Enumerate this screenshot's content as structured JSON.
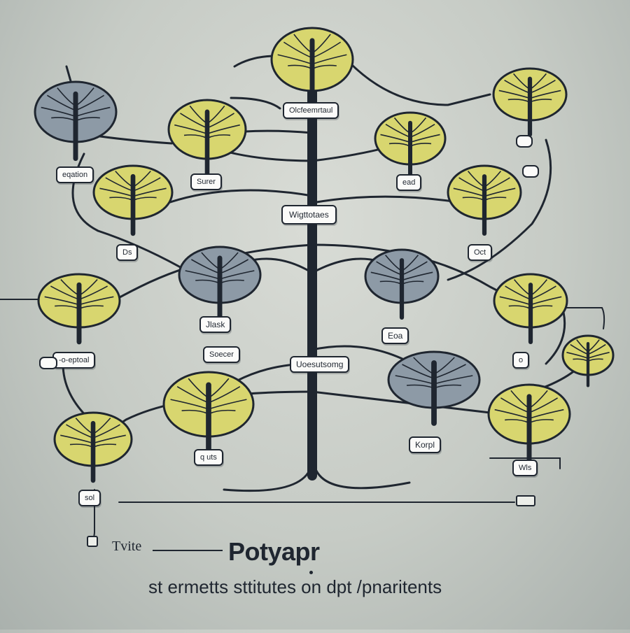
{
  "colors": {
    "background": "#c9cdc7",
    "ink": "#1f2630",
    "canopy_yellow": "#d8d66f",
    "canopy_blue": "#8d9aa6",
    "label_fill": "#fbfbf9"
  },
  "diagram": {
    "title": "Potyapr",
    "subtitle": "st ermetts sttitutes on dpt /pnaritents",
    "caption_left": "Tvite",
    "labels": {
      "top_center": "Olcfeemrtaul",
      "top_left": "eqation",
      "upper_left": "Surer",
      "upper_right": "ead",
      "center": "Wigttotaes",
      "mid_left": "Ds",
      "mid_right": "Oct",
      "center_left_a": "Jlask",
      "center_left_b": "Soecer",
      "center_right": "Eoa",
      "lower_center": "Uoesutsomg",
      "lower_left": "-o-eptoal",
      "lower_right_small": "o",
      "bottom_center_left": "q uts",
      "bottom_center_right": "Korpl",
      "bottom_left": "sol",
      "bottom_right": "Wls"
    },
    "nodes": [
      {
        "id": "top-center",
        "color": "yellow"
      },
      {
        "id": "top-left",
        "color": "blue"
      },
      {
        "id": "upper-left",
        "color": "yellow"
      },
      {
        "id": "upper-right",
        "color": "yellow"
      },
      {
        "id": "top-right",
        "color": "yellow"
      },
      {
        "id": "mid-left",
        "color": "yellow"
      },
      {
        "id": "mid-right",
        "color": "yellow"
      },
      {
        "id": "center-left",
        "color": "blue"
      },
      {
        "id": "center-right",
        "color": "blue"
      },
      {
        "id": "left",
        "color": "yellow"
      },
      {
        "id": "right",
        "color": "yellow"
      },
      {
        "id": "far-right-small",
        "color": "yellow"
      },
      {
        "id": "lower-center-left",
        "color": "yellow"
      },
      {
        "id": "lower-center-right",
        "color": "blue"
      },
      {
        "id": "bottom-left",
        "color": "yellow"
      },
      {
        "id": "bottom-right",
        "color": "yellow"
      }
    ]
  }
}
